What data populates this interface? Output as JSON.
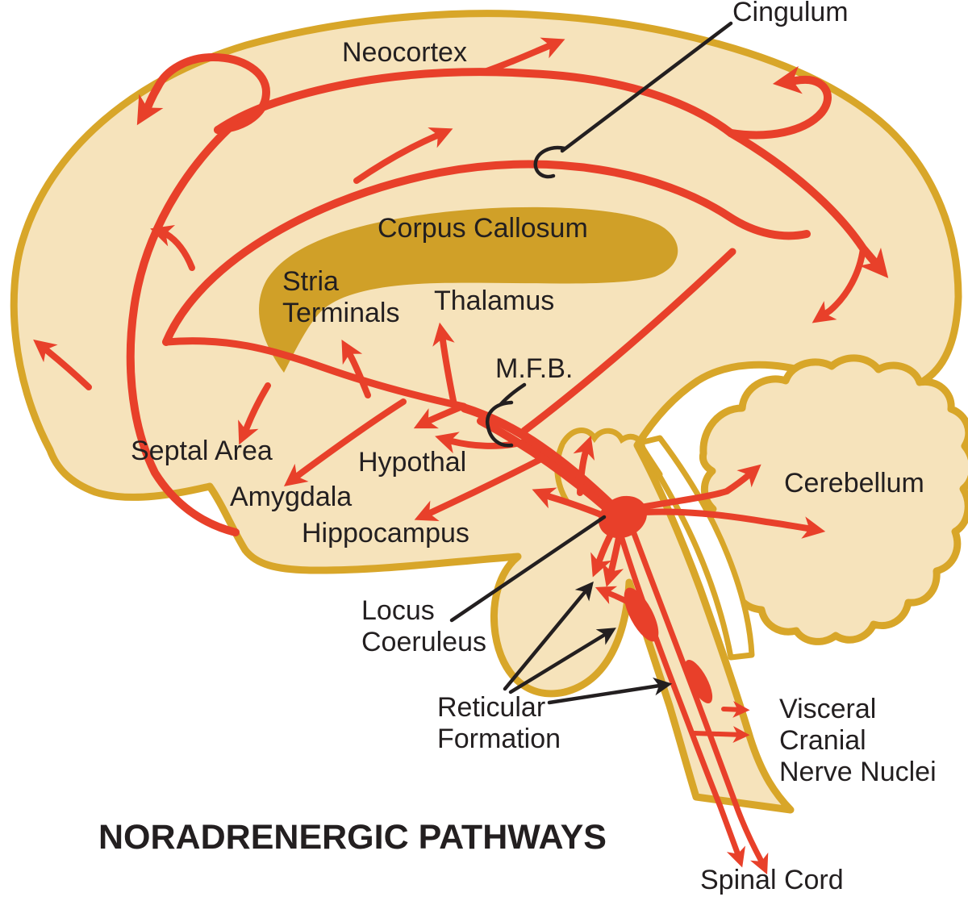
{
  "title": {
    "text": "NORADRENERGIC PATHWAYS"
  },
  "labels": {
    "neocortex": {
      "text": "Neocortex"
    },
    "cingulum": {
      "text": "Cingulum"
    },
    "corpus_callosum": {
      "text": "Corpus Callosum"
    },
    "stria_terminals": {
      "text": "Stria\nTerminals"
    },
    "thalamus": {
      "text": "Thalamus"
    },
    "mfb": {
      "text": "M.F.B."
    },
    "septal_area": {
      "text": "Septal Area"
    },
    "hypothal": {
      "text": "Hypothal"
    },
    "amygdala": {
      "text": "Amygdala"
    },
    "hippocampus": {
      "text": "Hippocampus"
    },
    "cerebellum": {
      "text": "Cerebellum"
    },
    "locus_coeruleus": {
      "text": "Locus\nCoeruleus"
    },
    "reticular_formation": {
      "text": "Reticular\nFormation"
    },
    "visceral_cranial_nerve_nuclei": {
      "text": "Visceral Cranial\nNerve Nuclei"
    },
    "spinal_cord": {
      "text": "Spinal Cord"
    }
  },
  "colors": {
    "brain_fill": "#f6e3bb",
    "brain_outline_gold": "#d8a629",
    "corpus_callosum_gold": "#d0a028",
    "pathway_red": "#e8402a",
    "text_black": "#231f20",
    "background": "#ffffff"
  }
}
